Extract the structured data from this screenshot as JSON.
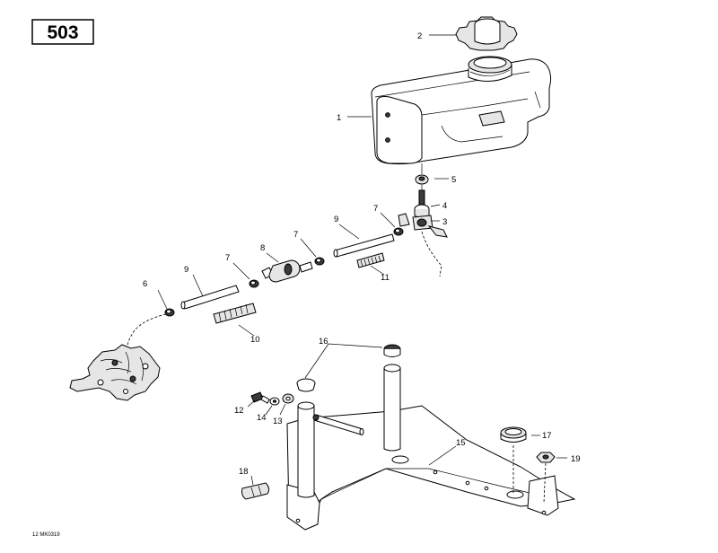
{
  "diagram_number": "503",
  "drawing_code": "12 MK0319",
  "callouts": [
    "1",
    "2",
    "3",
    "4",
    "5",
    "6",
    "7",
    "7",
    "7",
    "8",
    "9",
    "9",
    "10",
    "11",
    "12",
    "13",
    "14",
    "15",
    "16",
    "17",
    "18",
    "19"
  ]
}
